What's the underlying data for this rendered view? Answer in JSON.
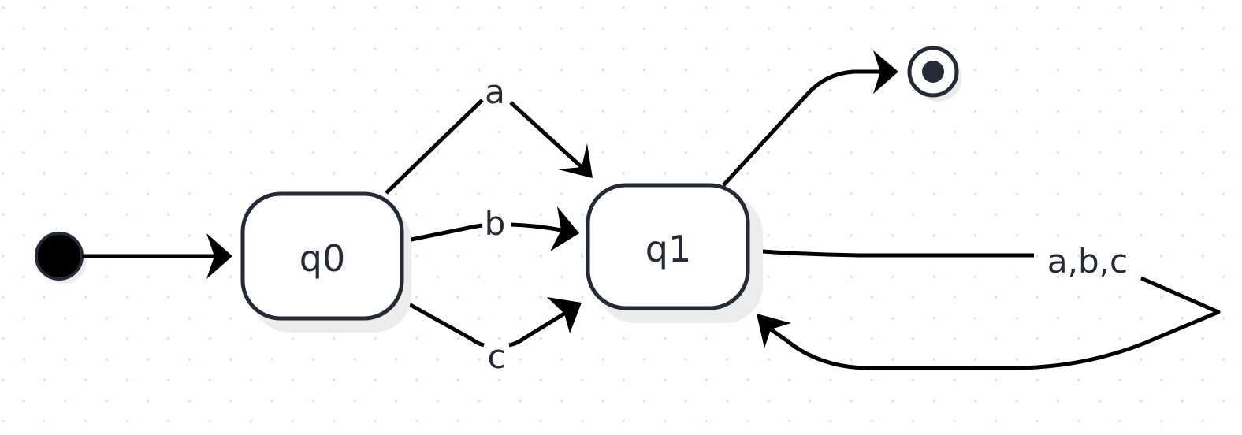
{
  "diagram": {
    "type": "state-machine",
    "states": [
      {
        "id": "q0",
        "label": "q0"
      },
      {
        "id": "q1",
        "label": "q1"
      }
    ],
    "start": {
      "target": "q0"
    },
    "end": {
      "source": "q1"
    },
    "transitions": [
      {
        "from": "q0",
        "to": "q1",
        "label": "a"
      },
      {
        "from": "q0",
        "to": "q1",
        "label": "b"
      },
      {
        "from": "q0",
        "to": "q1",
        "label": "c"
      },
      {
        "from": "q1",
        "to": "q1",
        "label": "a,b,c"
      }
    ]
  }
}
